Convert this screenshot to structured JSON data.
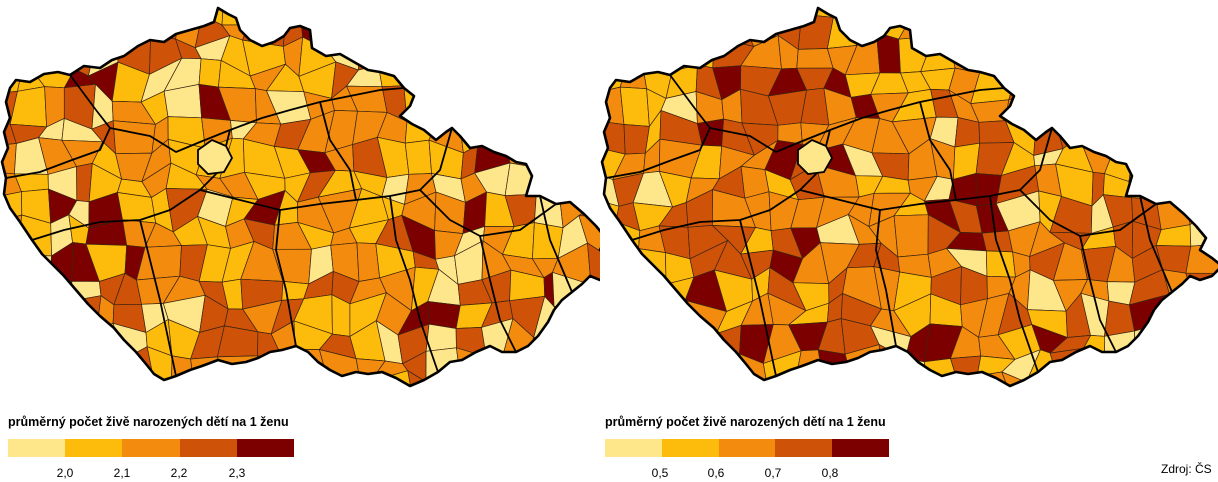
{
  "colors": {
    "class1": "#fee68a",
    "class2": "#fdbb0b",
    "class3": "#f38b0e",
    "class4": "#cf5209",
    "class5": "#7d0000",
    "border_region": "#000000",
    "border_district": "#3a2410"
  },
  "maps": [
    {
      "legend_title": "průměrný počet živě narozených dětí na 1 ženu",
      "classes": [
        {
          "color": "#fee68a"
        },
        {
          "color": "#fdbb0b"
        },
        {
          "color": "#f38b0e"
        },
        {
          "color": "#cf5209"
        },
        {
          "color": "#7d0000"
        }
      ],
      "tick_labels": [
        "2,0",
        "2,1",
        "2,2",
        "2,3"
      ]
    },
    {
      "legend_title": "průměrný počet živě narozených dětí na 1 ženu",
      "classes": [
        {
          "color": "#fee68a"
        },
        {
          "color": "#fdbb0b"
        },
        {
          "color": "#f38b0e"
        },
        {
          "color": "#cf5209"
        },
        {
          "color": "#7d0000"
        }
      ],
      "tick_labels": [
        "0,5",
        "0,6",
        "0,7",
        "0,8"
      ],
      "source": "Zdroj: ČS"
    }
  ]
}
